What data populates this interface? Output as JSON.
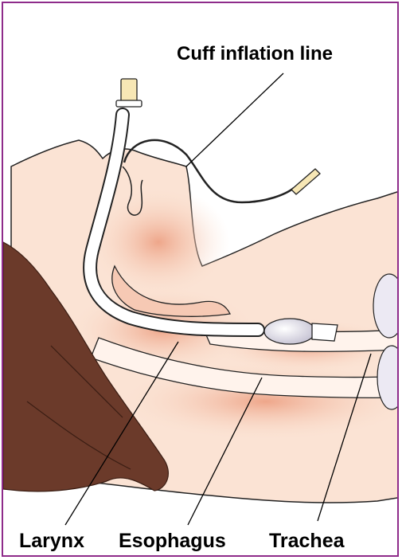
{
  "labels": {
    "cuff_inflation_line": "Cuff inflation line",
    "larynx": "Larynx",
    "esophagus": "Esophagus",
    "trachea": "Trachea"
  },
  "colors": {
    "frame_border": "#8e2b8a",
    "skin": "#fbe3d4",
    "tissue_pink": "#f2b49a",
    "hair": "#6b3a2a",
    "tube": "#ffffff",
    "cuff": "#e6e4ee",
    "outline": "#222222"
  }
}
